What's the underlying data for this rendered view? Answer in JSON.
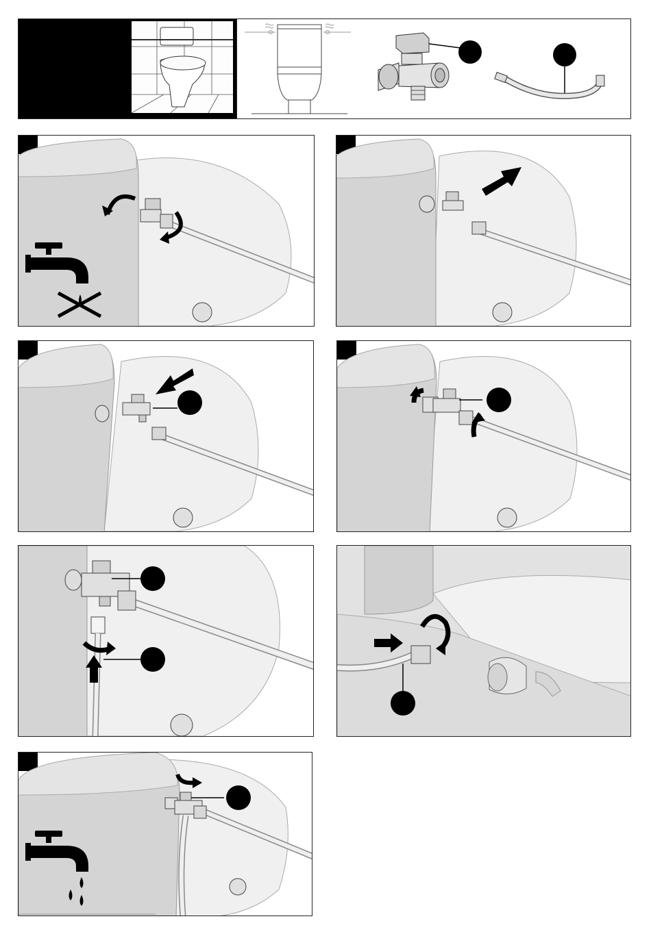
{
  "document": {
    "kind": "installation-instructions",
    "text_content": []
  },
  "header": {
    "black_label_box": "",
    "photo": "toilet-in-bathroom-photo",
    "diagram": "toilet-front-elevation",
    "part_a": "tee-valve-part",
    "part_b": "hose-part"
  },
  "steps": [
    {
      "id": "step-1",
      "scene": "close-valve-remove-hose",
      "icon": "no-water-faucet-icon"
    },
    {
      "id": "step-2",
      "scene": "pull-hose-away",
      "icon": "arrow-icon"
    },
    {
      "id": "step-3",
      "scene": "insert-tee-valve",
      "icon": "arrow-icon"
    },
    {
      "id": "step-4",
      "scene": "tighten-tee-valve",
      "icon": "rotate-arrow-icon"
    },
    {
      "id": "step-5",
      "scene": "attach-bidet-hose",
      "icon": "rotate-arrow-icon"
    },
    {
      "id": "step-6",
      "scene": "connect-hose-to-seat",
      "icon": "rotate-arrow-icon"
    },
    {
      "id": "step-7",
      "scene": "open-water-supply",
      "icon": "water-faucet-icon"
    }
  ],
  "colors": {
    "black": "#000000",
    "frame": "#222222",
    "tank": "#d9d9d9",
    "tank_shadow": "#bdbdbd",
    "lid": "#f0f0f0",
    "metal": "#cfcfcf"
  }
}
